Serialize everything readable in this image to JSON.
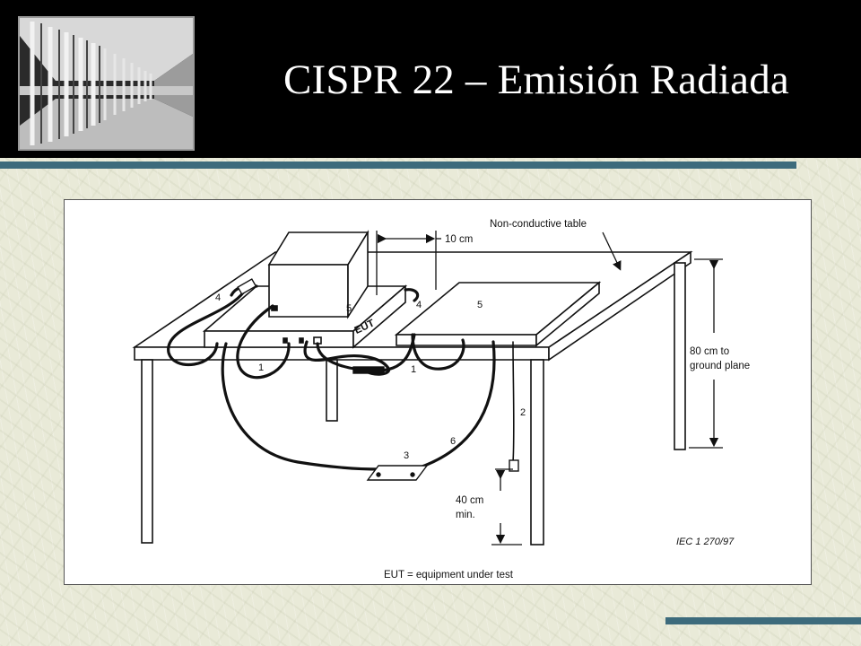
{
  "slide": {
    "title": "CISPR 22 – Emisión Radiada"
  },
  "header_image": {
    "icon": "anechoic-chamber-photo"
  },
  "diagram": {
    "labels": {
      "table": "Non-conductive table",
      "spacing": "10 cm",
      "height_1": "80 cm to",
      "height_2": "ground plane",
      "min_1": "40 cm",
      "min_2": "min.",
      "eut": "EUT",
      "legend": "EUT = equipment under test",
      "ref": "IEC 1 270/97"
    },
    "callouts": {
      "c1a": "1",
      "c1b": "1",
      "c2": "2",
      "c3": "3",
      "c4a": "4",
      "c4b": "4",
      "c5a": "5",
      "c5b": "5",
      "c6": "6"
    }
  }
}
